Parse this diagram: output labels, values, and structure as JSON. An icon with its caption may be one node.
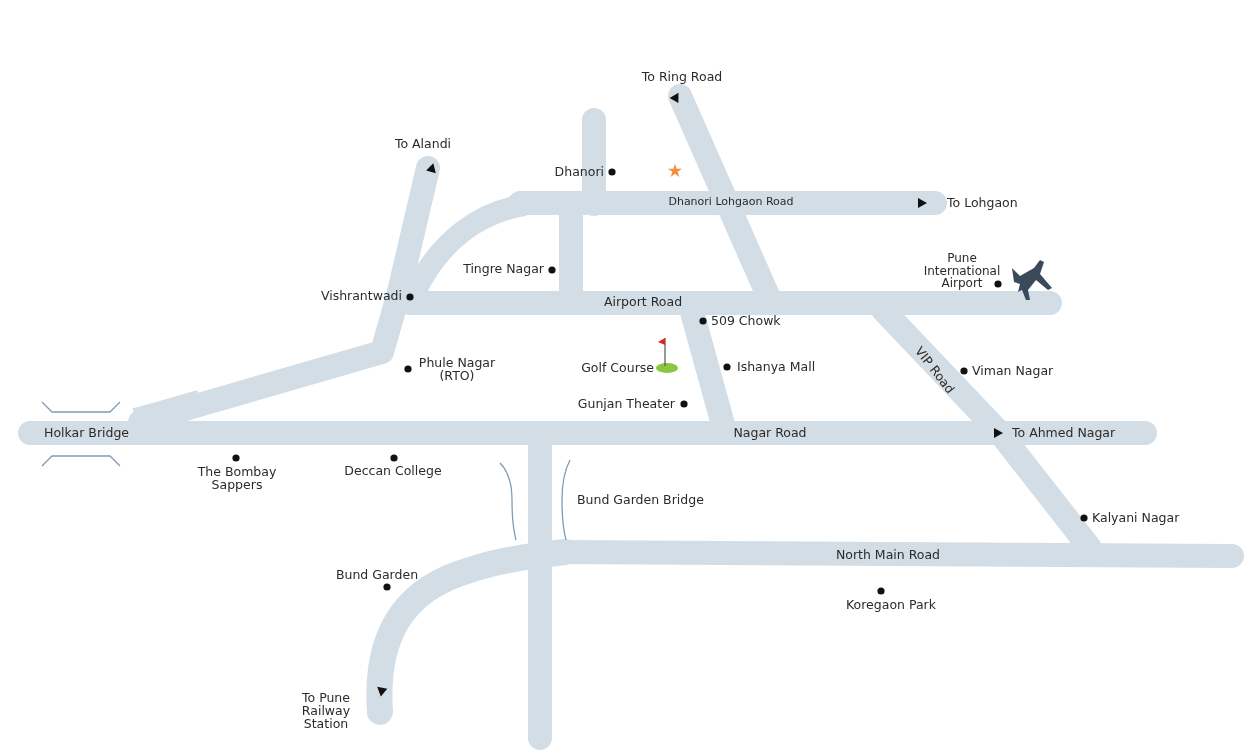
{
  "diagram": {
    "labels": [
      "To Ring Road",
      "To Alandi",
      "Dhanori",
      "Dhanori Lohgaon Road",
      "To Lohgaon",
      "Tingre Nagar",
      "Pune International Airport",
      "Vishrantwadi",
      "Airport Road",
      "509 Chowk",
      "Phule Nagar (RTO)",
      "Golf Course",
      "Ishanya Mall",
      "VIP Road",
      "Viman Nagar",
      "Gunjan Theater",
      "Holkar Bridge",
      "Nagar Road",
      "To Ahmed Nagar",
      "The Bombay Sappers",
      "Deccan College",
      "Bund Garden Bridge",
      "Kalyani Nagar",
      "North Main Road",
      "Bund Garden",
      "Koregaon Park",
      "To Pune Railway Station"
    ]
  }
}
